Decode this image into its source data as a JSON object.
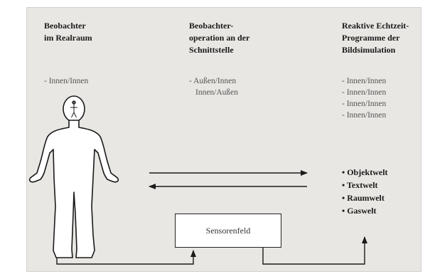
{
  "columns": [
    {
      "heading": [
        "Beobachter",
        "im Realraum"
      ],
      "items": [
        "- Innen/Innen"
      ]
    },
    {
      "heading": [
        "Beobachter-",
        "operation an der",
        "Schnittstelle"
      ],
      "items": [
        "- Außen/Innen",
        "Innen/Außen"
      ]
    },
    {
      "heading": [
        "Reaktive Echtzeit-",
        "Programme der",
        "Bildsimulation"
      ],
      "items": [
        "- Innen/Innen",
        "- Innen/Innen",
        "- Innen/Innen",
        "- Innen/Innen"
      ]
    }
  ],
  "worlds": [
    "• Objektwelt",
    "• Textwelt",
    "• Raumwelt",
    "• Gaswelt"
  ],
  "sensor_label": "Sensorenfeld"
}
